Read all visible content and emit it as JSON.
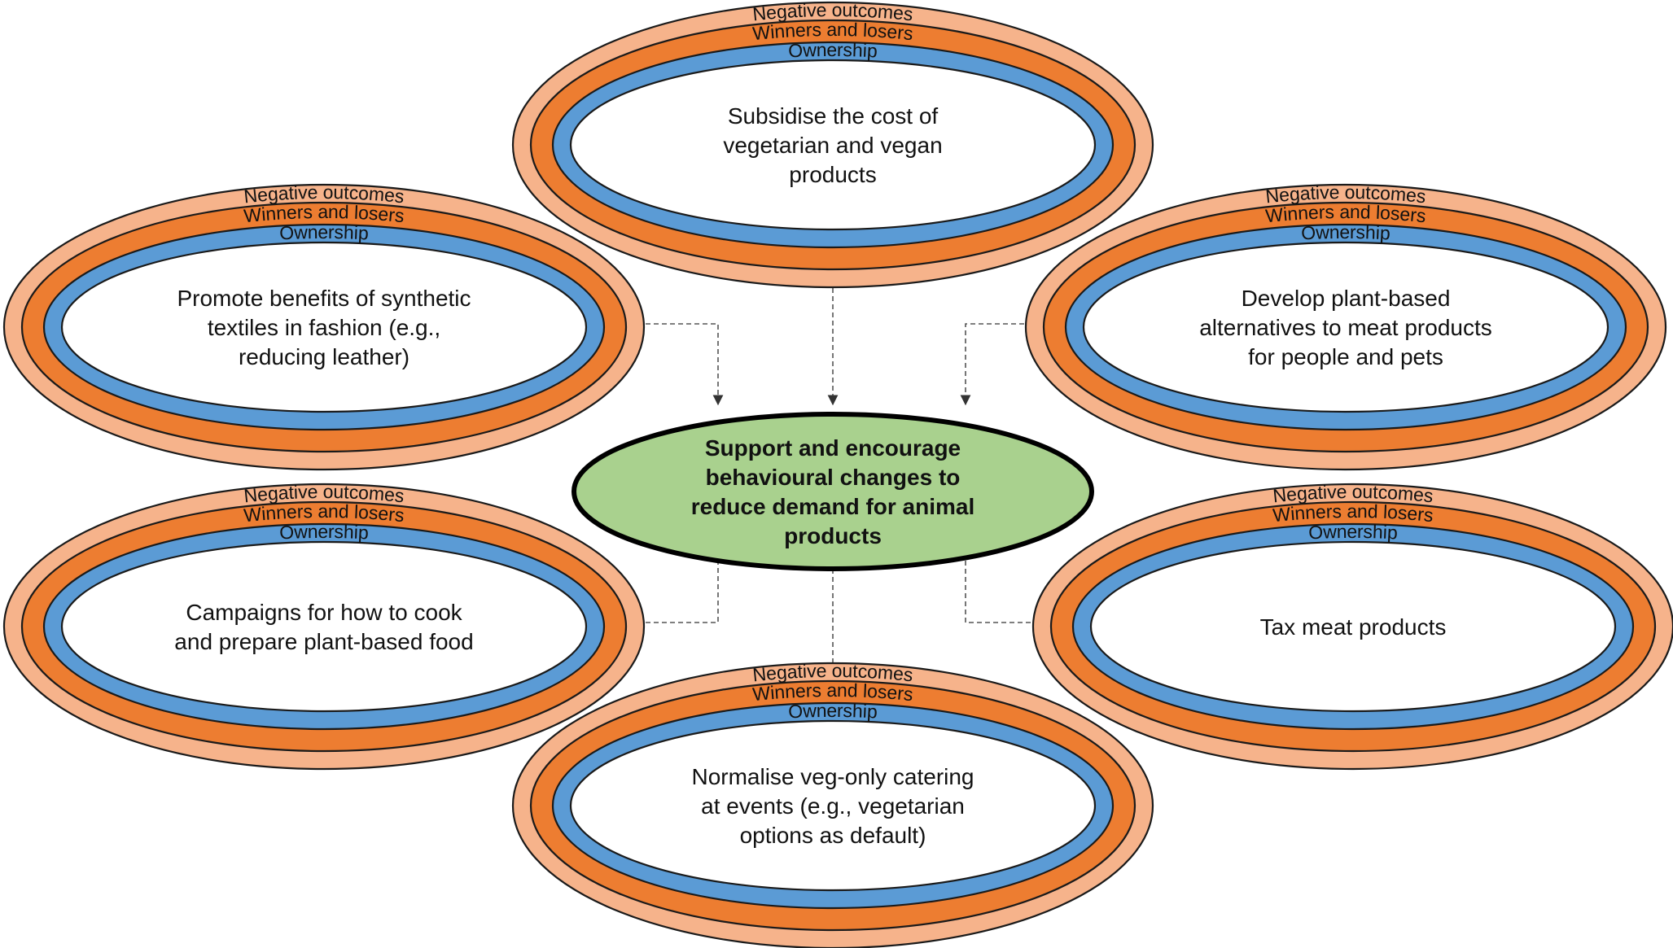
{
  "colors": {
    "outer_ring": "#f6b38b",
    "middle_ring": "#ed7d31",
    "inner_ring": "#5b9bd5",
    "center_fill": "#a9d18e",
    "connector": "#555555"
  },
  "rings": {
    "outer": "Negative outcomes",
    "middle": "Winners and losers",
    "inner": "Ownership"
  },
  "center": {
    "lines": [
      "Support and encourage",
      "behavioural changes to",
      "reduce demand for animal",
      "products"
    ]
  },
  "nodes": [
    {
      "id": "top",
      "lines": [
        "Subsidise the cost of",
        "vegetarian and vegan",
        "products"
      ]
    },
    {
      "id": "upper-left",
      "lines": [
        "Promote benefits of synthetic",
        "textiles in fashion (e.g.,",
        "reducing leather)"
      ]
    },
    {
      "id": "upper-right",
      "lines": [
        "Develop plant-based",
        "alternatives to meat products",
        "for people and pets"
      ]
    },
    {
      "id": "lower-left",
      "lines": [
        "Campaigns for how to cook",
        "and prepare plant-based food"
      ]
    },
    {
      "id": "lower-right",
      "lines": [
        "Tax meat products"
      ]
    },
    {
      "id": "bottom",
      "lines": [
        "Normalise veg-only catering",
        "at events (e.g., vegetarian",
        "options as default)"
      ]
    }
  ]
}
